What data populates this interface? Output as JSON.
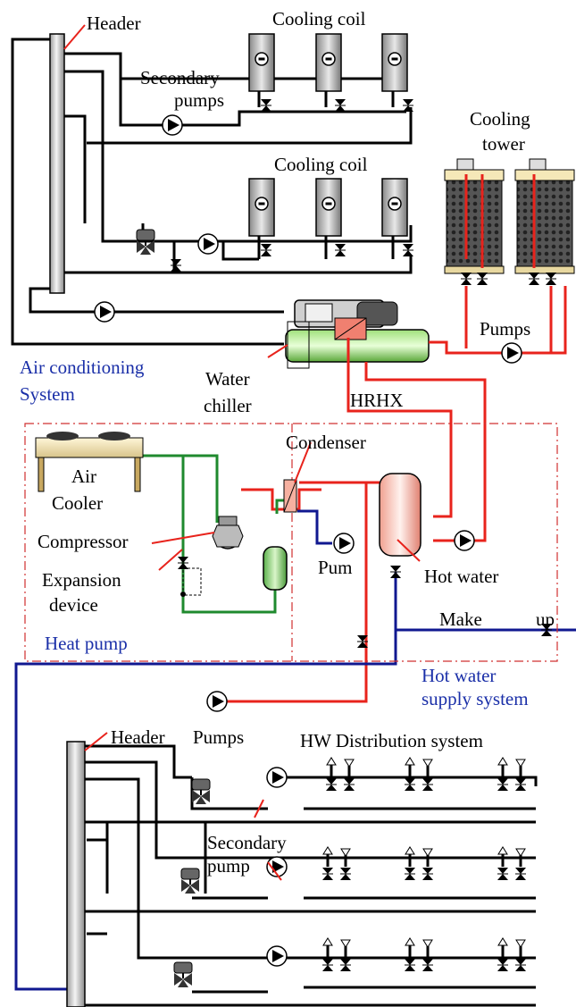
{
  "labels": {
    "header_top": "Header",
    "cooling_coil_1": "Cooling coil",
    "cooling_coil_2": "Cooling coil",
    "secondary_pumps_l1": "Secondary",
    "secondary_pumps_l2": "pumps",
    "cooling_tower_l1": "Cooling",
    "cooling_tower_l2": "tower",
    "pumps_right": "Pumps",
    "air_conditioning_l1": "Air conditioning",
    "air_conditioning_l2": "System",
    "water_chiller_l1": "Water",
    "water_chiller_l2": "chiller",
    "hrhx": "HRHX",
    "condenser": "Condenser",
    "air_cooler_l1": "Air",
    "air_cooler_l2": "Cooler",
    "compressor": "Compressor",
    "expansion_l1": "Expansion",
    "expansion_l2": "device",
    "pump_small": "Pum",
    "hot_water": "Hot water",
    "make": "Make",
    "up": "up",
    "heat_pump": "Heat pump",
    "hot_water_supply_l1": "Hot water",
    "hot_water_supply_l2": "supply system",
    "header_bottom": "Header",
    "pumps_bottom": "Pumps",
    "hw_distribution": "HW Distribution system",
    "secondary_pump_l1": "Secondary",
    "secondary_pump_l2": "pump"
  },
  "colors": {
    "chilled_line": "#000000",
    "hot_line": "#e8231c",
    "refrigerant_line": "#1f8a2e",
    "makeup_line": "#101890",
    "dashed_box": "#d03030",
    "blue_text": "#1a2fa8"
  }
}
